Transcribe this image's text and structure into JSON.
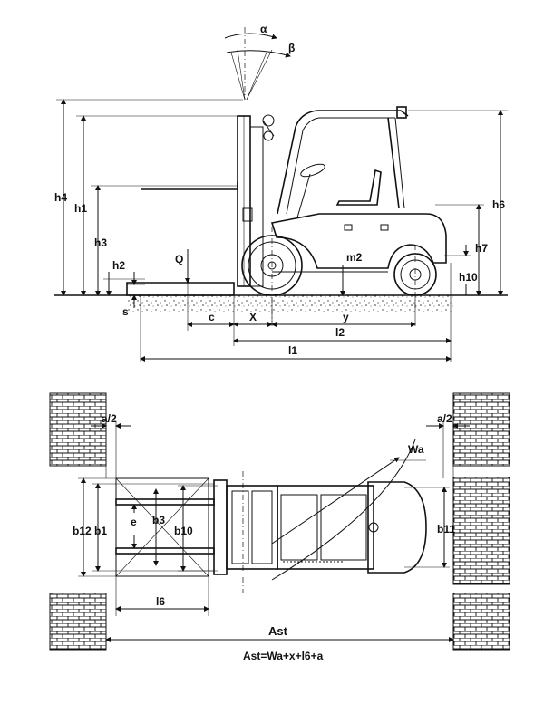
{
  "side_view": {
    "labels": {
      "alpha": "α",
      "beta": "β",
      "h4": "h4",
      "h1": "h1",
      "h3": "h3",
      "h2": "h2",
      "q": "Q",
      "s": "s",
      "c": "c",
      "x": "X",
      "y": "y",
      "m2": "m2",
      "l2": "l2",
      "l1": "l1",
      "h6": "h6",
      "h7": "h7",
      "h10": "h10"
    }
  },
  "top_view": {
    "labels": {
      "a2_left": "a/2",
      "a2_right": "a/2",
      "wa": "Wa",
      "b12": "b12",
      "b1": "b1",
      "e": "e",
      "b3": "b3",
      "b10": "b10",
      "b11": "b11",
      "l6": "l6",
      "ast": "Ast"
    },
    "formula": "Ast=Wa+x+l6+a"
  }
}
